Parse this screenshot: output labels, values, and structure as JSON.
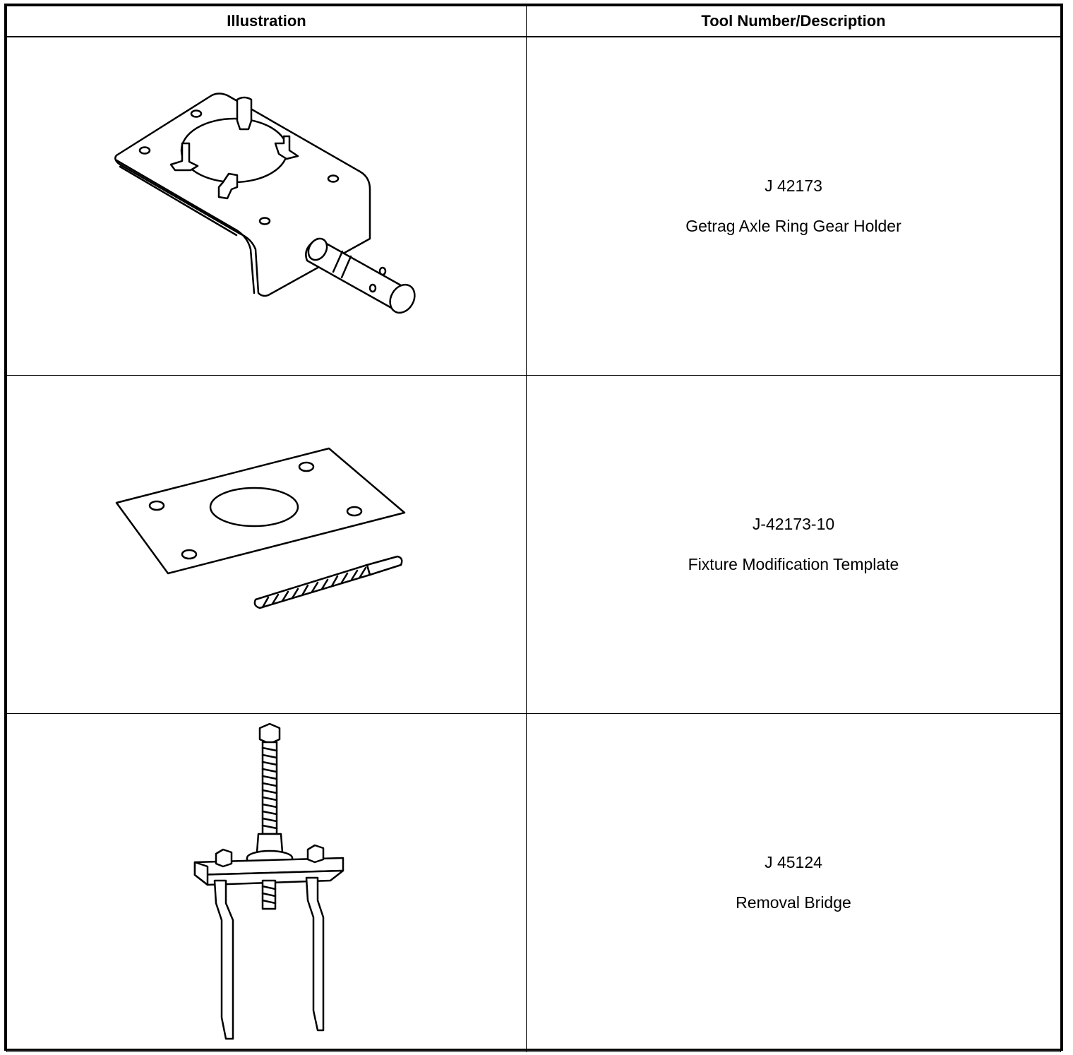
{
  "table": {
    "headers": {
      "illustration": "Illustration",
      "tool": "Tool Number/Description"
    },
    "rows": [
      {
        "number": "J 42173",
        "description": "Getrag Axle Ring Gear Holder",
        "illustration_icon": "ring-gear-holder-illustration"
      },
      {
        "number": "J-42173-10",
        "description": "Fixture Modification Template",
        "illustration_icon": "template-plate-drill-bit-illustration"
      },
      {
        "number": "J 45124",
        "description": "Removal Bridge",
        "illustration_icon": "removal-bridge-puller-illustration"
      }
    ]
  }
}
